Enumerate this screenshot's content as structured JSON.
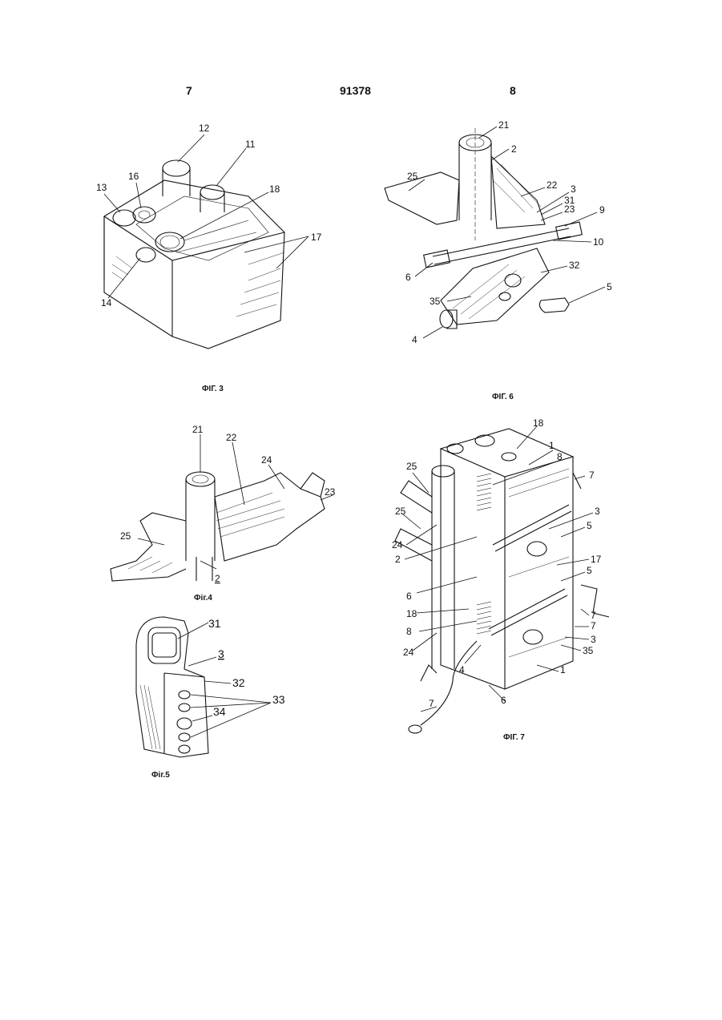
{
  "header": {
    "left_page": "7",
    "patent_number": "91378",
    "right_page": "8"
  },
  "figures": {
    "fig3": {
      "caption": "ФІГ. 3",
      "labels": [
        "12",
        "11",
        "18",
        "13",
        "16",
        "17",
        "14"
      ]
    },
    "fig6": {
      "caption": "ФІГ. 6",
      "labels": [
        "21",
        "2",
        "25",
        "22",
        "3",
        "31",
        "23",
        "9",
        "10",
        "6",
        "32",
        "35",
        "5",
        "4"
      ]
    },
    "fig4": {
      "caption": "Фіг.4",
      "labels": [
        "21",
        "22",
        "24",
        "23",
        "25",
        "2"
      ]
    },
    "fig5": {
      "caption": "Фіг.5",
      "labels": [
        "31",
        "3",
        "32",
        "33",
        "34"
      ]
    },
    "fig7": {
      "caption": "ФІГ. 7",
      "labels": [
        "18",
        "1",
        "8",
        "25",
        "7",
        "3",
        "25",
        "24",
        "5",
        "2",
        "17",
        "5",
        "6",
        "18",
        "7",
        "8",
        "7",
        "24",
        "3",
        "35",
        "4",
        "1",
        "6",
        "7"
      ]
    }
  }
}
